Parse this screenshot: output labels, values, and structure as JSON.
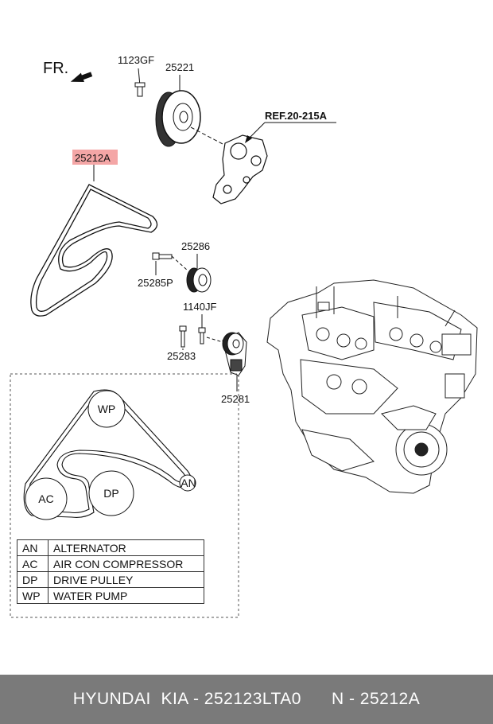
{
  "direction": {
    "label": "FR."
  },
  "reference": {
    "label": "REF.20-215A"
  },
  "parts": {
    "bolt_1123gf": "1123GF",
    "pulley_25221": "25221",
    "belt_25212a": "25212A",
    "idler_25286": "25286",
    "bolt_25285p": "25285P",
    "bolt_1140jf": "1140JF",
    "bolt_25283": "25283",
    "tensioner_25281": "25281"
  },
  "routing": {
    "wp": "WP",
    "ac": "AC",
    "dp": "DP",
    "an": "AN"
  },
  "legend": [
    {
      "code": "AN",
      "name": "ALTERNATOR"
    },
    {
      "code": "AC",
      "name": "AIR CON COMPRESSOR"
    },
    {
      "code": "DP",
      "name": "DRIVE PULLEY"
    },
    {
      "code": "WP",
      "name": "WATER PUMP"
    }
  ],
  "footer": {
    "brand": "HYUNDAI  KIA - 252123LTA0",
    "part": "N - 25212A"
  },
  "colors": {
    "highlight": "#f4a6a6",
    "footer_bg": "#7a7a7a"
  }
}
